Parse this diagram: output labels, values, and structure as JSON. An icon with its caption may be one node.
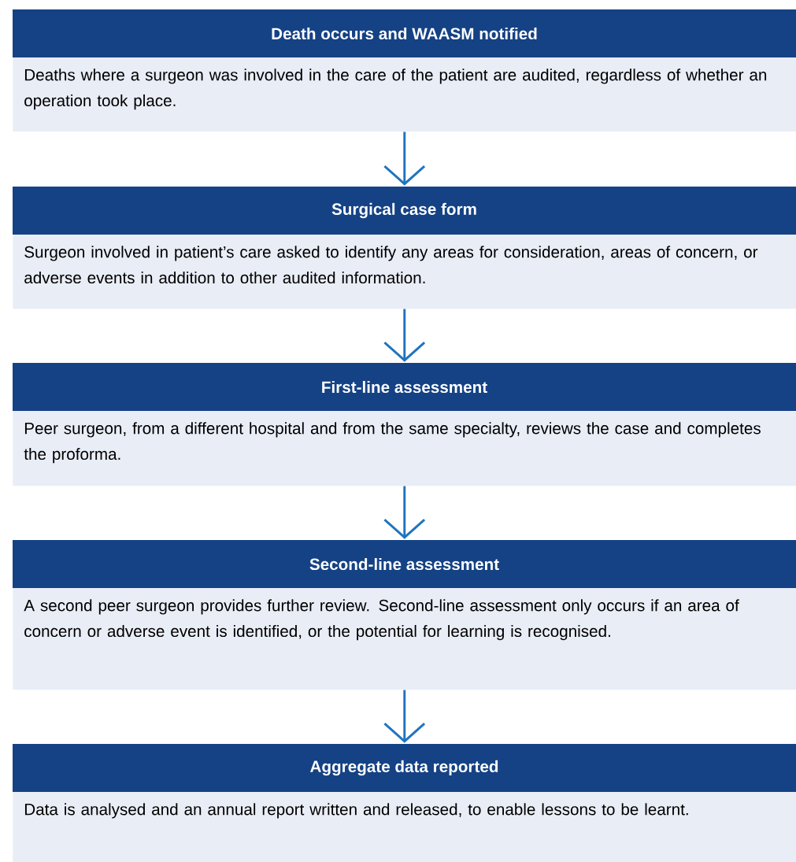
{
  "diagram": {
    "nodes": [
      {
        "text": [
          "Death occurs and WAASM notified",
          "Deaths where a surgeon was involved in the care of the patient are audited, regardless of whether an operation took place."
        ]
      },
      {
        "text": [
          "Surgical case form",
          "Surgeon involved in patient’s care asked to identify any areas for consideration, areas of concern, or adverse events in addition to other audited information."
        ]
      },
      {
        "text": [
          "First-line assessment",
          "Peer surgeon, from a different hospital and from the same specialty, reviews the case and completes the proforma."
        ]
      },
      {
        "text": [
          "Second-line assessment",
          "A second peer surgeon provides further review. Second-line assessment only occurs if an area of concern or adverse event is identified, or the potential for learning is recognised."
        ]
      },
      {
        "text": [
          "Aggregate data reported",
          "Data is analysed and an annual report written and released, to enable lessons to be learnt."
        ]
      }
    ],
    "edges": [
      {
        "from": 0,
        "to": 1,
        "arrow": "to"
      },
      {
        "from": 1,
        "to": 2,
        "arrow": "to"
      },
      {
        "from": 2,
        "to": 3,
        "arrow": "to"
      },
      {
        "from": 3,
        "to": 4,
        "arrow": "to"
      }
    ]
  }
}
